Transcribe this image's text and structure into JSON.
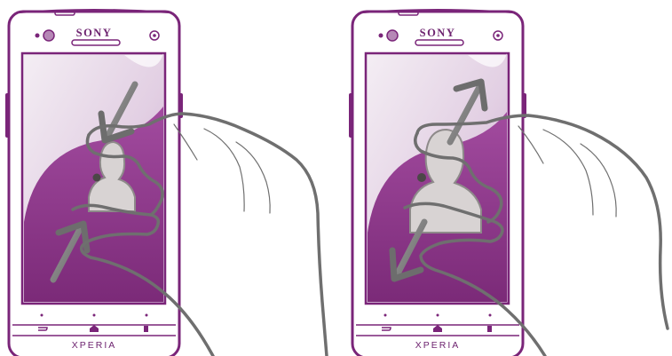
{
  "panels": [
    {
      "gesture": "pinch-in",
      "brand_label": "SONY",
      "model_label": "XPERIA"
    },
    {
      "gesture": "pinch-out",
      "brand_label": "SONY",
      "model_label": "XPERIA"
    }
  ],
  "colors": {
    "phone_body": "#7a2579",
    "screen_purple": "#8a2f86",
    "screen_light": "#e9dcea",
    "arrow_gray": "#888888",
    "hand_outline": "#6f6f6f",
    "figure_gray": "#cfcfcf"
  }
}
